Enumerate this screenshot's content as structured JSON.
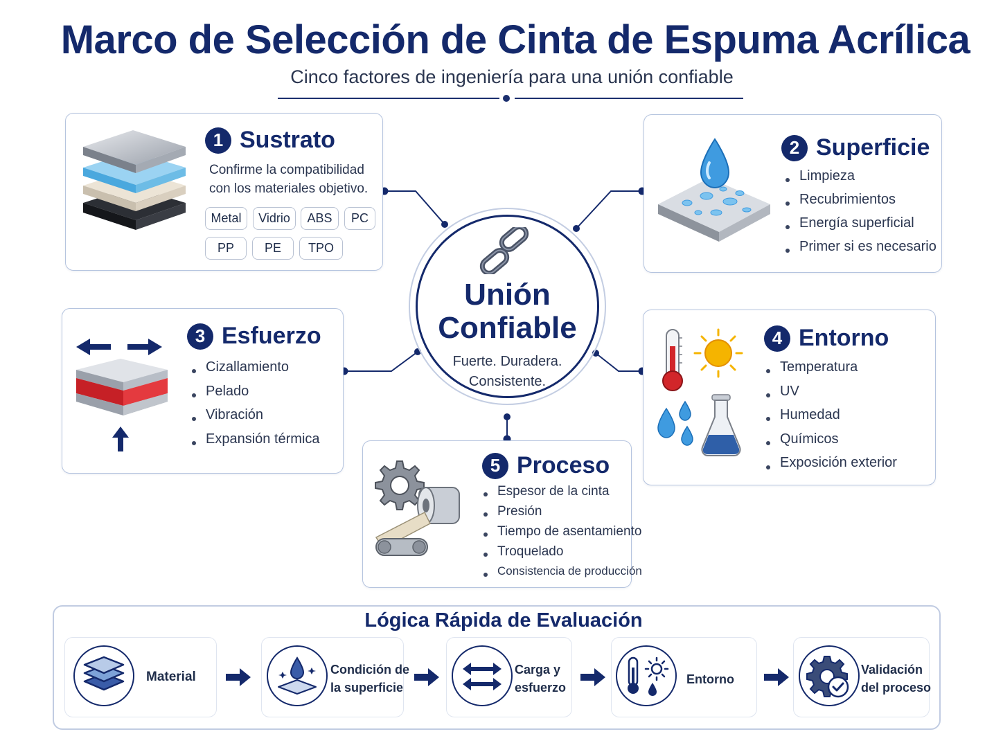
{
  "header": {
    "title": "Marco de Selección de Cinta de Espuma Acrílica",
    "subtitle": "Cinco factores de ingeniería para una unión confiable"
  },
  "center": {
    "title_line1": "Unión",
    "title_line2": "Confiable",
    "sub_line1": "Fuerte. Duradera.",
    "sub_line2": "Consistente."
  },
  "factors": {
    "sustrato": {
      "num": "1",
      "title": "Sustrato",
      "desc_line1": "Confirme la compatibilidad",
      "desc_line2": "con los materiales objetivo.",
      "chips": [
        "Metal",
        "Vidrio",
        "ABS",
        "PC",
        "PP",
        "PE",
        "TPO"
      ]
    },
    "superficie": {
      "num": "2",
      "title": "Superficie",
      "items": [
        "Limpieza",
        "Recubrimientos",
        "Energía superficial",
        "Primer si es necesario"
      ]
    },
    "esfuerzo": {
      "num": "3",
      "title": "Esfuerzo",
      "items": [
        "Cizallamiento",
        "Pelado",
        "Vibración",
        "Expansión térmica"
      ]
    },
    "entorno": {
      "num": "4",
      "title": "Entorno",
      "items": [
        "Temperatura",
        "UV",
        "Humedad",
        "Químicos",
        "Exposición exterior"
      ]
    },
    "proceso": {
      "num": "5",
      "title": "Proceso",
      "items": [
        "Espesor de la cinta",
        "Presión",
        "Tiempo de asentamiento",
        "Troquelado",
        "Consistencia de producción"
      ]
    }
  },
  "evaluation": {
    "title": "Lógica Rápida de Evaluación",
    "steps": [
      {
        "line1": "Material",
        "line2": ""
      },
      {
        "line1": "Condición de",
        "line2": "la superficie"
      },
      {
        "line1": "Carga y",
        "line2": "esfuerzo"
      },
      {
        "line1": "Entorno",
        "line2": ""
      },
      {
        "line1": "Validación",
        "line2": "del proceso"
      }
    ]
  },
  "colors": {
    "navy": "#14296b",
    "card_border": "#b5c4df",
    "water_blue": "#3f9be0",
    "stress_red": "#d2262a",
    "sun_yellow": "#f5b400"
  }
}
